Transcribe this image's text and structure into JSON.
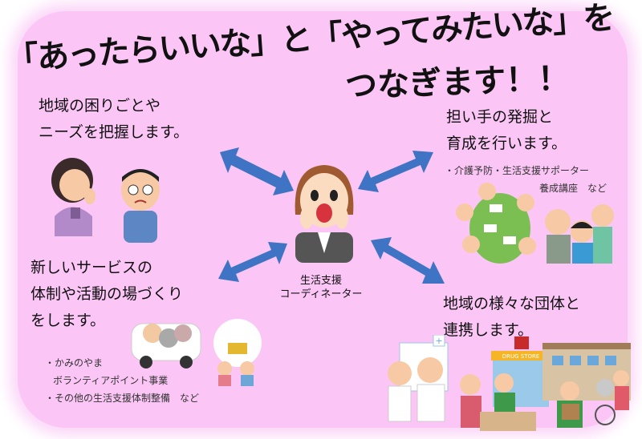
{
  "title": {
    "line1": "「あったらいいな」と「やってみたいな」を",
    "line2": "つなぎます！！"
  },
  "center": {
    "label_line1": "生活支援",
    "label_line2": "コーディネーター",
    "icon": "coordinator-woman-icon"
  },
  "top_left": {
    "line1": "地域の困りごとや",
    "line2": "ニーズを把握します。",
    "icon": "worried-people-icon"
  },
  "top_right": {
    "line1": "担い手の発掘と",
    "line2": "育成を行います。",
    "note_line1": "・介護予防・生活支援サポーター",
    "note_line2": "養成講座　など",
    "icon": "group-training-icon"
  },
  "bottom_left": {
    "line1": "新しいサービスの",
    "line2": "体制や活動の場づくり",
    "line3": "をします。",
    "note_line1": "・かみのやま",
    "note_line2": "ボランティアポイント事業",
    "note_line3": "・その他の生活支援体制整備　など",
    "icon": "bus-and-celebration-icon"
  },
  "bottom_right": {
    "line1": "地域の様々な団体と",
    "line2": "連携します。",
    "store_sign": "DRUG STORE",
    "icon": "community-organizations-icon"
  },
  "colors": {
    "background": "#fbc6f6",
    "arrow": "#3f73c4",
    "text": "#111111"
  }
}
